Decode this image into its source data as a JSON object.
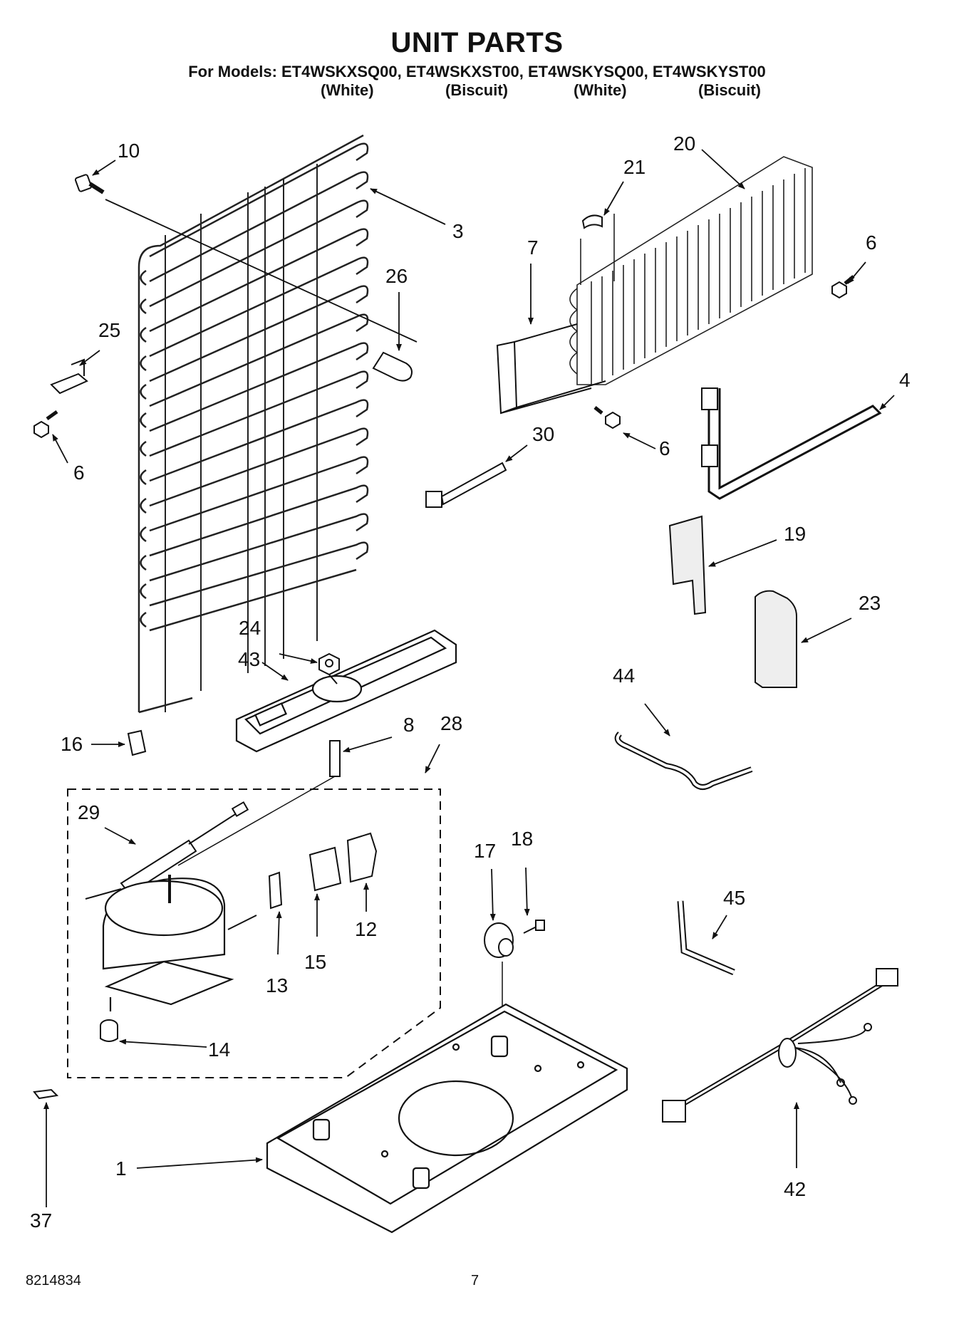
{
  "header": {
    "title": "UNIT PARTS",
    "models_line": "For Models: ET4WSKXSQ00, ET4WSKXST00, ET4WSKYSQ00, ET4WSKYST00",
    "colors": [
      "(White)",
      "(Biscuit)",
      "(White)",
      "(Biscuit)"
    ]
  },
  "callouts": {
    "c10": "10",
    "c3": "3",
    "c26": "26",
    "c25": "25",
    "c6a": "6",
    "c21": "21",
    "c20": "20",
    "c7": "7",
    "c6b": "6",
    "c6c": "6",
    "c4": "4",
    "c30": "30",
    "c19": "19",
    "c23": "23",
    "c24": "24",
    "c43": "43",
    "c44": "44",
    "c16": "16",
    "c8": "8",
    "c28": "28",
    "c29": "29",
    "c17": "17",
    "c18": "18",
    "c12": "12",
    "c15": "15",
    "c13": "13",
    "c45": "45",
    "c14": "14",
    "c1": "1",
    "c37": "37",
    "c42": "42"
  },
  "footer": {
    "doc_number": "8214834",
    "page_number": "7"
  }
}
